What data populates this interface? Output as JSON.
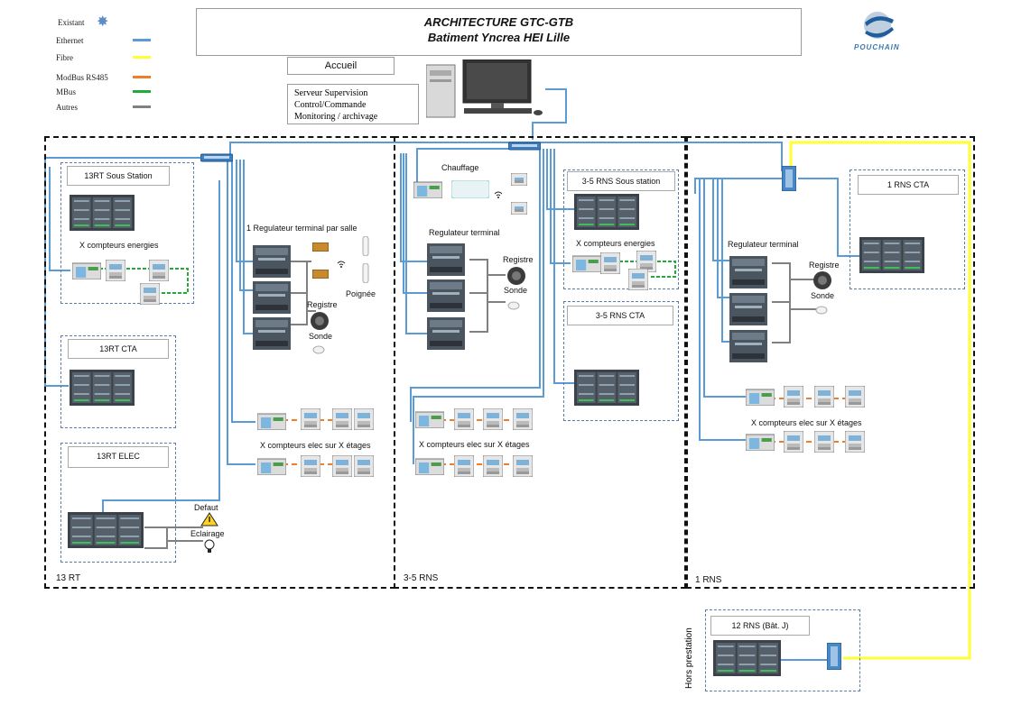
{
  "legend": {
    "items": [
      {
        "label": "Existant",
        "marker": "star-icon",
        "color": "#5b8dc9"
      },
      {
        "label": "Ethernet",
        "color": "#5b9bd5"
      },
      {
        "label": "Fibre",
        "color": "#ffff33"
      },
      {
        "label": "ModBus RS485",
        "color": "#f07d28"
      },
      {
        "label": "MBus",
        "color": "#22aa3a"
      },
      {
        "label": "Autres",
        "color": "#808080"
      }
    ]
  },
  "title": {
    "line1": "ARCHITECTURE GTC-GTB",
    "line2": "Batiment Yncrea HEI Lille"
  },
  "logo": {
    "text": "POUCHAIN"
  },
  "accueil": "Accueil",
  "server": {
    "line1": "Serveur Supervision",
    "line2": "Control/Commande",
    "line3": "Monitoring / archivage"
  },
  "zones": {
    "rt13": "13 RT",
    "rns35": "3-5 RNS",
    "rns1": "1 RNS",
    "hors": "Hors prestation"
  },
  "boxes": {
    "rt_sous_station": "13RT Sous Station",
    "rt_cta": "13RT CTA",
    "rt_elec": "13RT ELEC",
    "rns35_sous_station": "3-5 RNS Sous station",
    "rns35_cta": "3-5 RNS CTA",
    "rns1_cta": "1 RNS CTA",
    "rns12": "12 RNS (Bât. J)"
  },
  "labels": {
    "compteurs_energies_rt": "X compteurs energies",
    "regulateur_salle": "1 Regulateur terminal par salle",
    "poignee": "Poignée",
    "registre_rt": "Registre",
    "sonde_rt": "Sonde",
    "compteurs_elec_rt": "X compteurs elec sur X étages",
    "defaut": "Defaut",
    "eclairage": "Eclairage",
    "chauffage": "Chauffage",
    "regulateur_35": "Regulateur terminal",
    "registre_35": "Registre",
    "sonde_35": "Sonde",
    "compteurs_energies_35": "X compteurs energies",
    "compteurs_elec_35": "X compteurs elec sur X étages",
    "regulateur_1": "Regulateur terminal",
    "registre_1": "Registre",
    "sonde_1": "Sonde",
    "compteurs_elec_1": "X compteurs elec sur X étages"
  }
}
